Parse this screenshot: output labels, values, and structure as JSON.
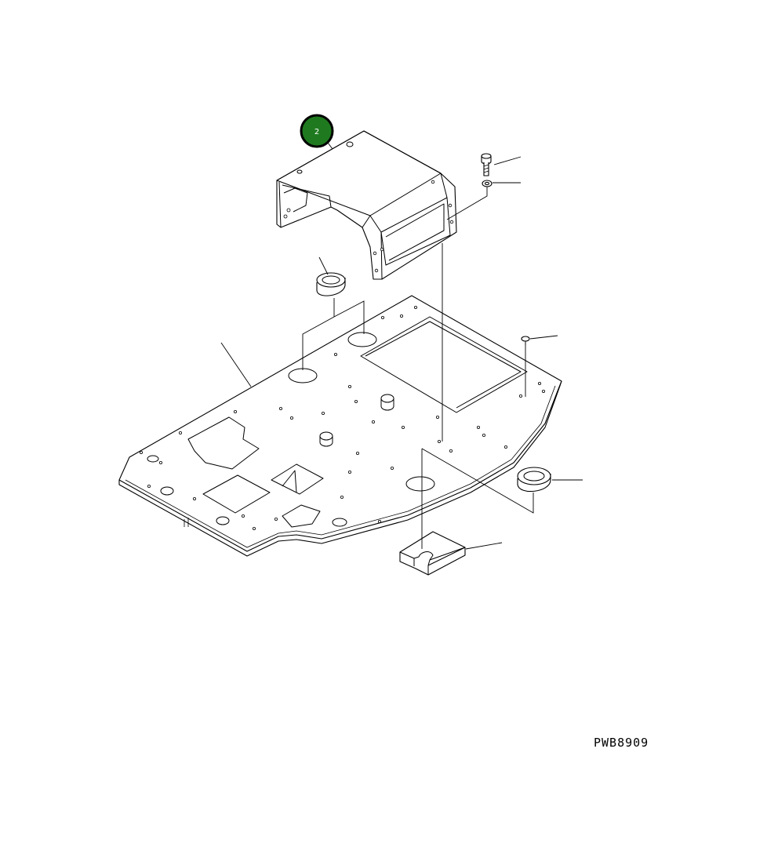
{
  "callouts": [
    {
      "label": "2",
      "fill": "#1f7a1f",
      "ring": "#000000"
    }
  ],
  "drawing_code": "PWB8909",
  "parts": [
    "cover-bracket",
    "bolt",
    "washer",
    "grommet-left",
    "floor-plate",
    "pin",
    "grommet-right",
    "spacer-block"
  ]
}
